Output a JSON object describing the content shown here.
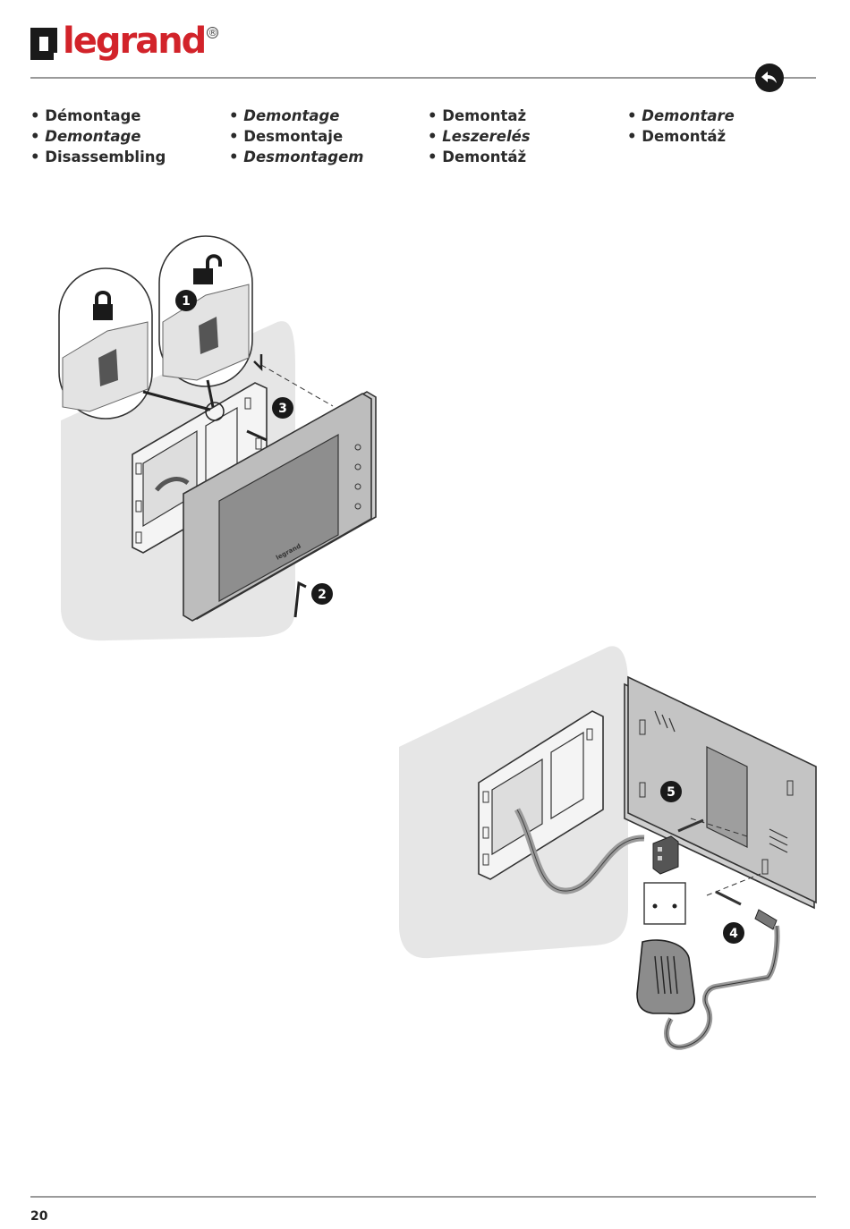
{
  "brand": {
    "name": "legrand",
    "reg_mark": "®"
  },
  "navigation": {
    "back_icon": "back-arrow-icon"
  },
  "languages": {
    "columns": [
      [
        {
          "text": "• Démontage",
          "italic": false
        },
        {
          "text": "• Demontage",
          "italic": true
        },
        {
          "text": "• Disassembling",
          "italic": false
        }
      ],
      [
        {
          "text": "• Demontage",
          "italic": true
        },
        {
          "text": "• Desmontaje",
          "italic": false
        },
        {
          "text": "• Desmontagem",
          "italic": true
        }
      ],
      [
        {
          "text": "• Demontaż",
          "italic": false
        },
        {
          "text": "• Leszerelés",
          "italic": true
        },
        {
          "text": "• Demontáž",
          "italic": false
        }
      ],
      [
        {
          "text": "• Demontare",
          "italic": true
        },
        {
          "text": "• Demontáž",
          "italic": false
        }
      ]
    ]
  },
  "figure1": {
    "steps": [
      "1",
      "2",
      "3"
    ],
    "icons": [
      "lock-closed-icon",
      "lock-open-icon"
    ],
    "device_logo": "legrand"
  },
  "figure2": {
    "steps": [
      "4",
      "5"
    ]
  },
  "footer": {
    "page_number": "20"
  },
  "colors": {
    "brand_red": "#d2232a",
    "wall_gray": "#e6e6e6",
    "device_gray": "#bdbdbd",
    "line_dark": "#333333"
  }
}
